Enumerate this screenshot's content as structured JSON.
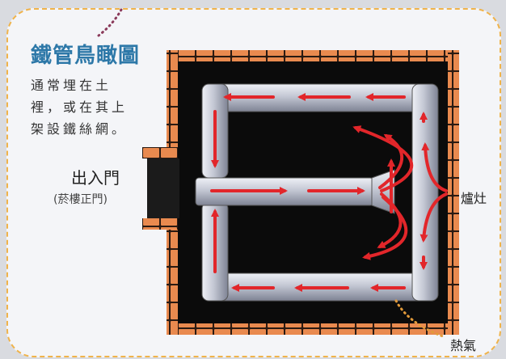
{
  "title": "鐵管鳥瞰圖",
  "caption": "通常埋在土裡，或在其上架設鐵絲網。",
  "labels": {
    "door": "出入門",
    "door_sub": "(菸樓正門)",
    "stove": "爐灶",
    "heat": "熱氣"
  },
  "colors": {
    "brick": "#e98a4f",
    "mortar": "#2a1a12",
    "floor": "#0b0b0b",
    "pipe": "#b9bdc9",
    "arrow": "#e2262a",
    "title_blue": "#2d78a8",
    "border_orange": "#f0b34a"
  }
}
